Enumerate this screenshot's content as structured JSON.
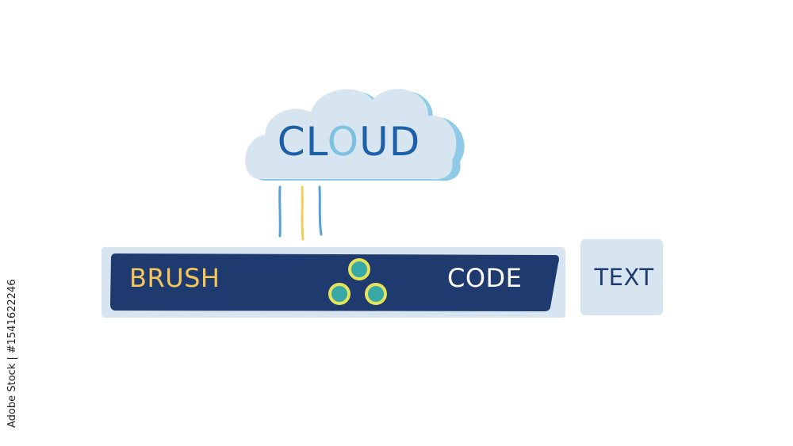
{
  "cloud": {
    "label_before": "CL",
    "label_highlight": "O",
    "label_after": "UD"
  },
  "bar": {
    "brush_label": "BRUSH",
    "code_label": "CODE"
  },
  "text_box": {
    "label": "TEXT"
  },
  "watermark": {
    "stock_id": "Adobe Stock | #1541622246"
  },
  "colors": {
    "cloud_fill": "#d6e5ef",
    "cloud_shadow": "#8fcbe6",
    "cloud_text": "#1d5fa8",
    "cloud_accent": "#7cc1e0",
    "bar_fill": "#1e3a6e",
    "bar_outline": "#d6e5ef",
    "brush_text": "#f5c75a",
    "dot_ring": "#e6e35a",
    "dot_center": "#38a9a6",
    "rain_blue": "#5b9fd8",
    "rain_yellow": "#f1cc5a",
    "text_box_fill": "#d6e5ef",
    "text_box_text": "#1e3a6e"
  }
}
